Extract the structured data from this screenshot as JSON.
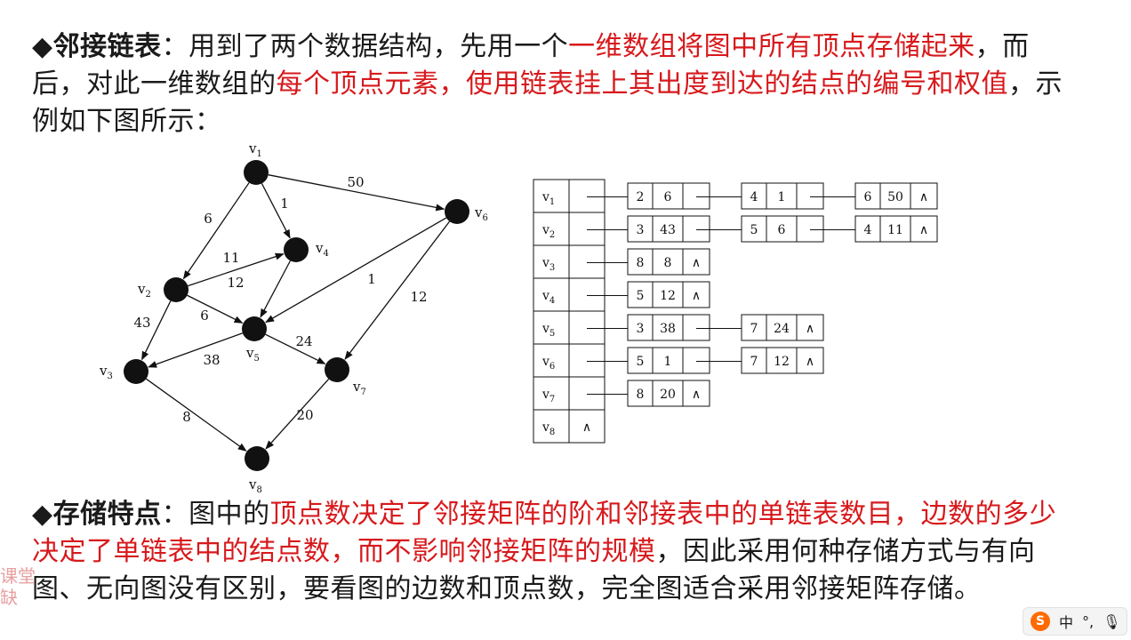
{
  "section1": {
    "bullet": "◆",
    "term": "邻接链表",
    "runs": [
      {
        "t": "：用到了两个数据结构，先用一个",
        "c": "n"
      },
      {
        "t": "一维数组将图中所有顶点存储起来",
        "c": "r"
      },
      {
        "t": "，而后，对此一维数组的",
        "c": "n"
      },
      {
        "t": "每个顶点元素，使用链表挂上其出度到达的结点的编号和权值",
        "c": "r"
      },
      {
        "t": "，示例如下图所示：",
        "c": "n"
      }
    ]
  },
  "graph": {
    "vertices": [
      "v1",
      "v2",
      "v3",
      "v4",
      "v5",
      "v6",
      "v7",
      "v8"
    ],
    "edges": [
      {
        "from": "v1",
        "to": "v2",
        "w": "6"
      },
      {
        "from": "v1",
        "to": "v4",
        "w": "1"
      },
      {
        "from": "v1",
        "to": "v6",
        "w": "50"
      },
      {
        "from": "v2",
        "to": "v3",
        "w": "43"
      },
      {
        "from": "v2",
        "to": "v4",
        "w": "11"
      },
      {
        "from": "v2",
        "to": "v5",
        "w": "6"
      },
      {
        "from": "v3",
        "to": "v8",
        "w": "8"
      },
      {
        "from": "v4",
        "to": "v5",
        "w": "12"
      },
      {
        "from": "v5",
        "to": "v3",
        "w": "38"
      },
      {
        "from": "v5",
        "to": "v7",
        "w": "24"
      },
      {
        "from": "v6",
        "to": "v5",
        "w": "1"
      },
      {
        "from": "v6",
        "to": "v7",
        "w": "12"
      },
      {
        "from": "v7",
        "to": "v8",
        "w": "20"
      }
    ]
  },
  "adjacency_list": {
    "null_symbol": "∧",
    "rows": [
      {
        "vertex": "v1",
        "nodes": [
          [
            "2",
            "6"
          ],
          [
            "4",
            "1"
          ],
          [
            "6",
            "50"
          ]
        ]
      },
      {
        "vertex": "v2",
        "nodes": [
          [
            "3",
            "43"
          ],
          [
            "5",
            "6"
          ],
          [
            "4",
            "11"
          ]
        ]
      },
      {
        "vertex": "v3",
        "nodes": [
          [
            "8",
            "8"
          ]
        ]
      },
      {
        "vertex": "v4",
        "nodes": [
          [
            "5",
            "12"
          ]
        ]
      },
      {
        "vertex": "v5",
        "nodes": [
          [
            "3",
            "38"
          ],
          [
            "7",
            "24"
          ]
        ]
      },
      {
        "vertex": "v6",
        "nodes": [
          [
            "5",
            "1"
          ],
          [
            "7",
            "12"
          ]
        ]
      },
      {
        "vertex": "v7",
        "nodes": [
          [
            "8",
            "20"
          ]
        ]
      },
      {
        "vertex": "v8",
        "nodes": []
      }
    ]
  },
  "section2": {
    "bullet": "◆",
    "term": "存储特点",
    "runs": [
      {
        "t": "：图中的",
        "c": "n"
      },
      {
        "t": "顶点数决定了邻接矩阵的阶和邻接表中的单链表数目，边数的多少决定了单链表中的结点数，而不影响邻接矩阵的规模",
        "c": "r"
      },
      {
        "t": "，因此采用何种存储方式与有向图、无向图没有区别，要看图的边数和顶点数，完全图适合采用邻接矩阵存储。",
        "c": "n"
      }
    ]
  },
  "watermark": "课堂缺",
  "ime": {
    "logo": "S",
    "mode": "中",
    "punct": "°,",
    "mic": "🎙"
  },
  "colors": {
    "red": "#d7191c",
    "text": "#1a1a1a"
  }
}
